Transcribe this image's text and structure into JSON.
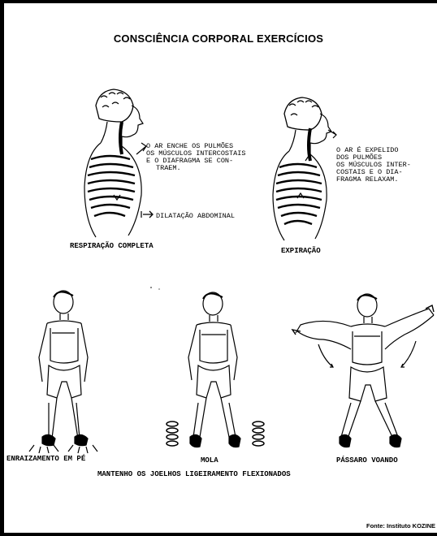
{
  "page": {
    "title": "CONSCIÊNCIA CORPORAL EXERCÍCIOS",
    "source": "Fonte: Instituto KOZINE"
  },
  "breathing": {
    "inspiration_text": [
      "O AR ENCHE OS PULMÕES",
      "OS MÚSCULOS INTERCOSTAIS",
      "E O DIAFRAGMA SE CON-",
      "TRAEM."
    ],
    "abdominal_label": "DILATAÇÃO ABDOMINAL",
    "left_caption": "RESPIRAÇÃO COMPLETA",
    "expiration_text": [
      "O AR É EXPELIDO",
      "DOS PULMÕES",
      "OS MÚSCULOS INTER-",
      "COSTAIS E O DIA-",
      "FRAGMA RELAXAM."
    ],
    "right_caption": "EXPIRAÇÃO"
  },
  "exercises": {
    "items": [
      {
        "label": "ENRAIZAMENTO EM PÉ"
      },
      {
        "label": "MOLA"
      },
      {
        "label": "PÁSSARO VOANDO"
      }
    ],
    "note": "MANTENHO OS JOELHOS LIGEIRAMENTO FLEXIONADOS"
  }
}
